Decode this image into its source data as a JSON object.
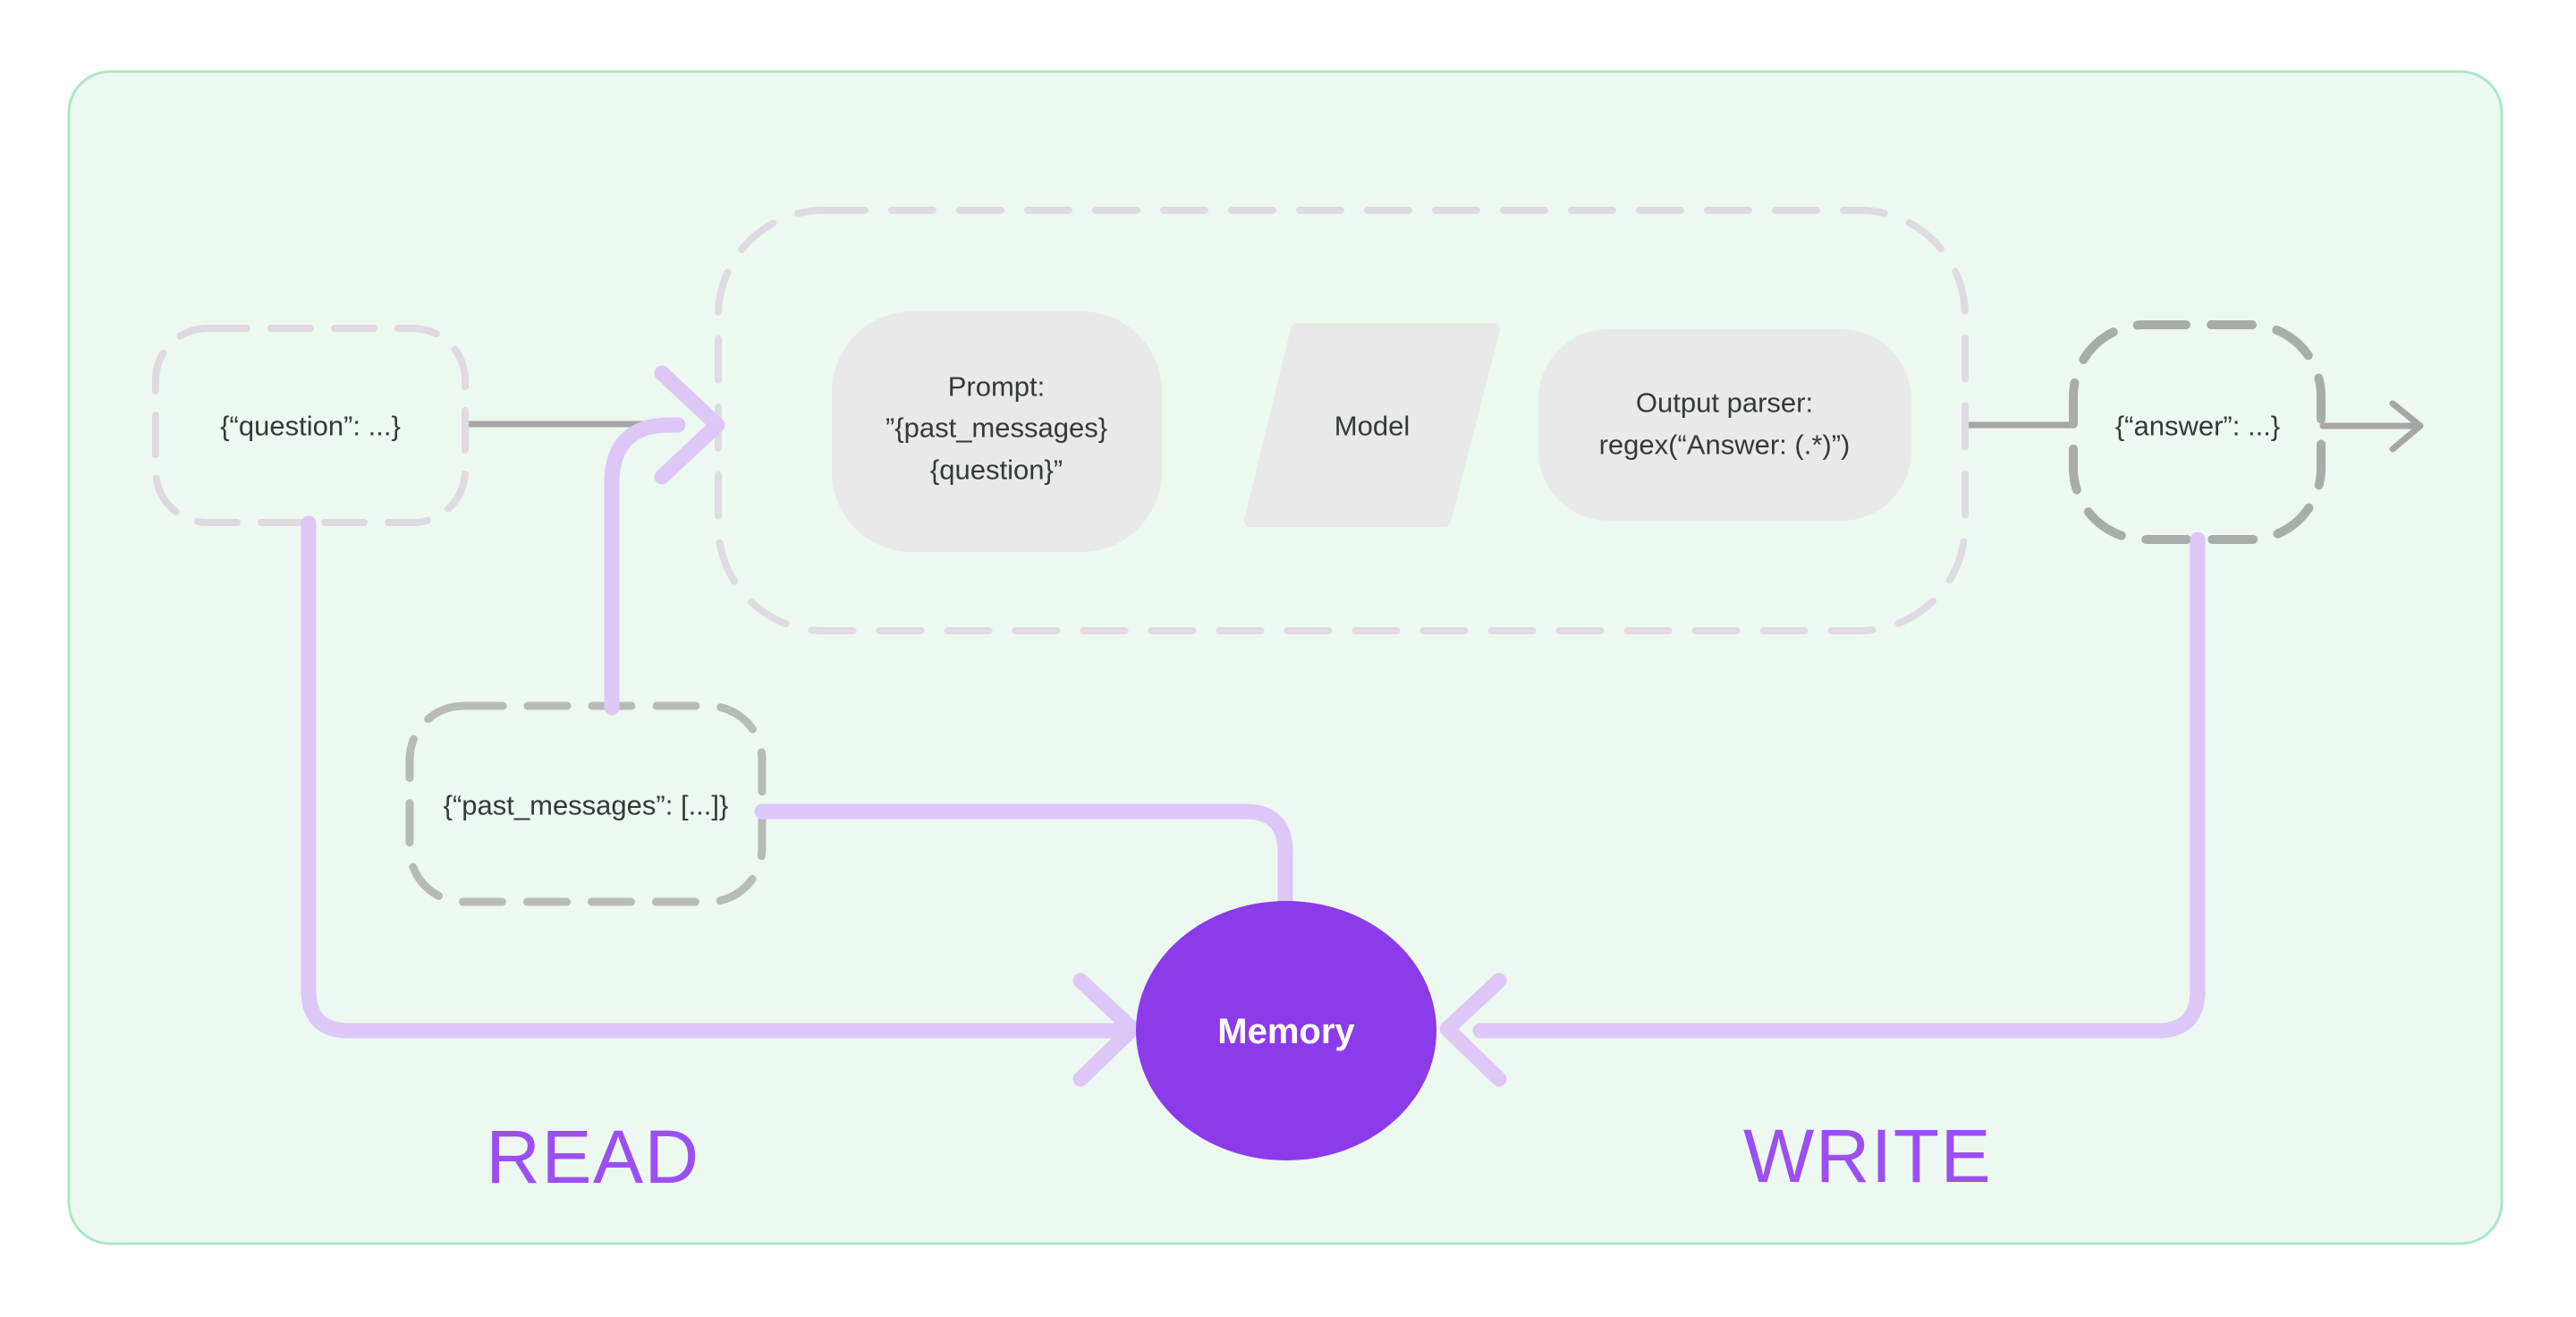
{
  "diagram": {
    "nodes": {
      "question": {
        "label": "{“question”: ...}"
      },
      "past_messages": {
        "label": "{“past_messages”: [...]}"
      },
      "answer": {
        "label": "{“answer”: ...}"
      },
      "prompt": {
        "line1": "Prompt:",
        "line2": "”{past_messages}",
        "line3": "{question}”"
      },
      "model": {
        "label": "Model"
      },
      "output_parser": {
        "line1": "Output parser:",
        "line2": "regex(“Answer: (.*)”)"
      },
      "memory": {
        "label": "Memory"
      }
    },
    "zone_labels": {
      "read": "READ",
      "write": "WRITE"
    },
    "colors": {
      "panel_bg": "#edf8f0",
      "panel_border": "#abe7c4",
      "node_fill": "#e9e9e9",
      "text_dark": "#343a36",
      "dash_light": "#dfdbe2",
      "dash_gray": "#b7bbb7",
      "dash_dark": "#a9ada9",
      "connector_gray": "#a6a6a6",
      "connector_purple": "#dcc7f7",
      "memory_fill": "#8b3bea",
      "memory_text": "#ffffff",
      "accent_purple": "#9b4ff2"
    }
  }
}
